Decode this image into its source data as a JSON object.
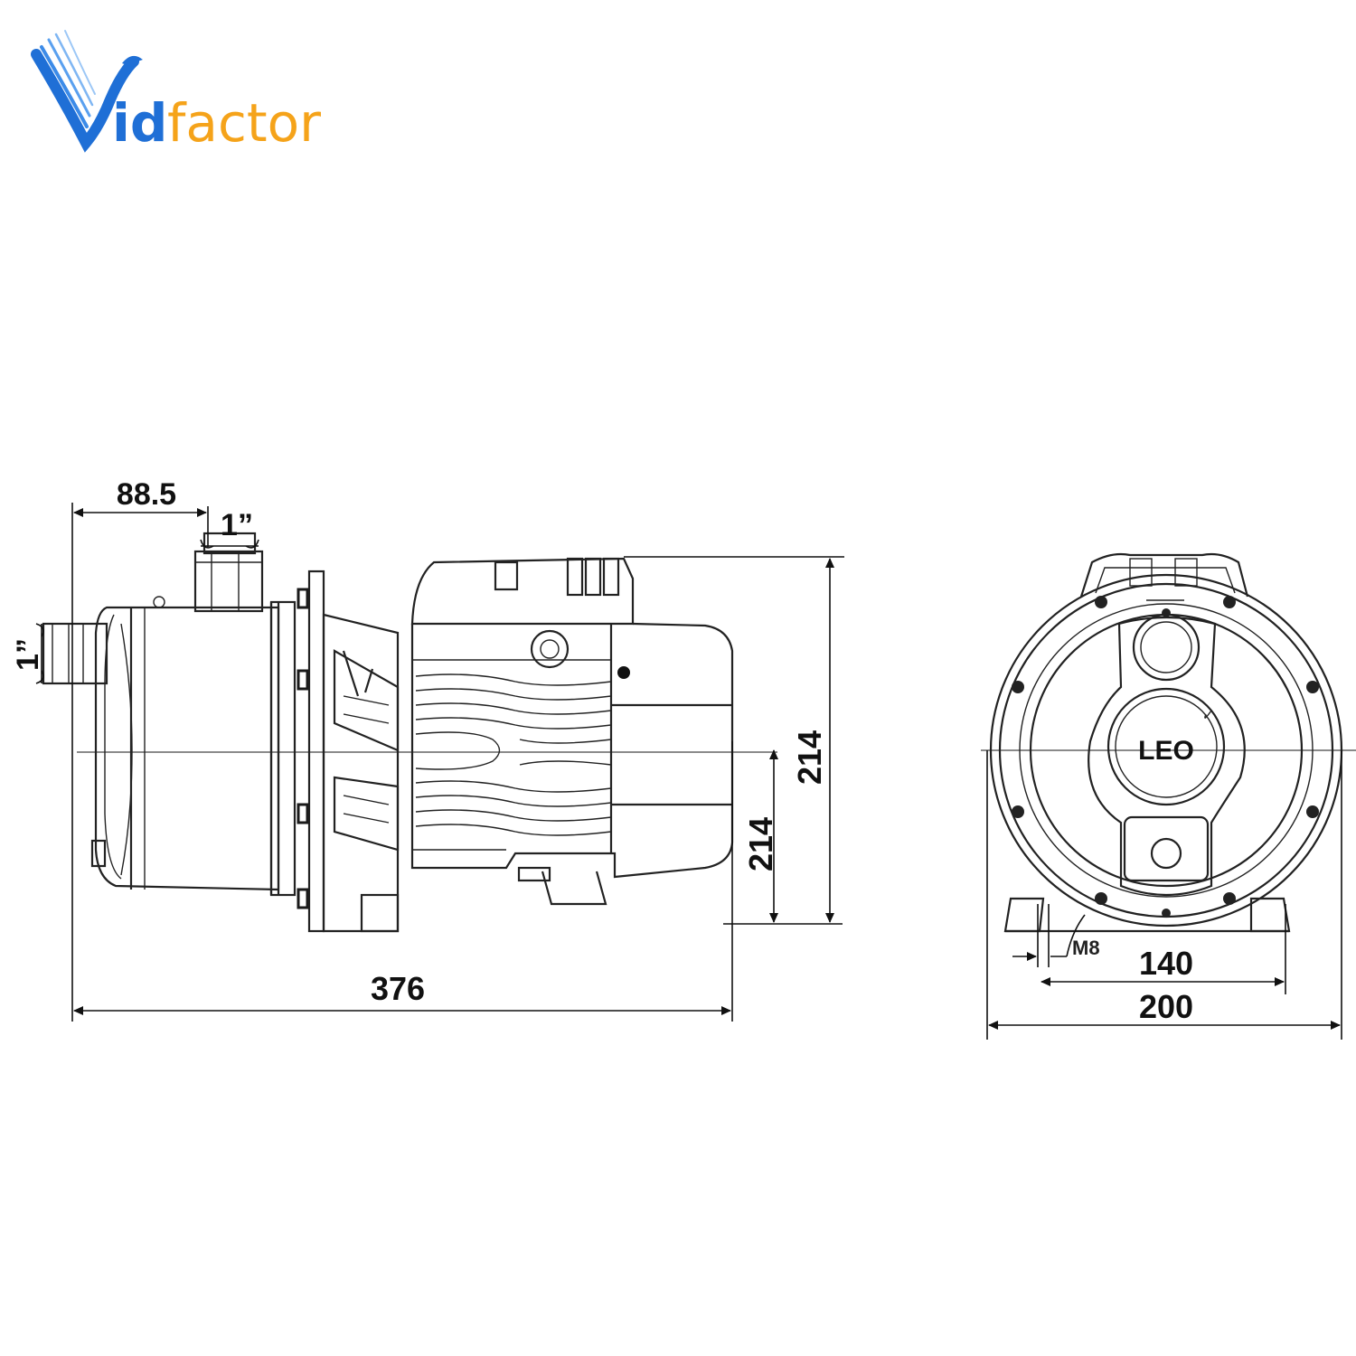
{
  "brand": {
    "name_part1": "id",
    "name_part2": "factor",
    "colors": {
      "blue": "#1f6fd6",
      "orange": "#f5a31a"
    },
    "icon": "bird-v-logo-icon"
  },
  "side_view": {
    "dims": {
      "outlet_offset": "88.5",
      "outlet_size": "1”",
      "inlet_size": "1”",
      "overall_length": "376",
      "axis_height": "214",
      "overall_height": "214"
    }
  },
  "front_view": {
    "dims": {
      "bolt": "M8",
      "foot_spacing": "140",
      "base_width": "200"
    },
    "motor_label": "LEO"
  }
}
